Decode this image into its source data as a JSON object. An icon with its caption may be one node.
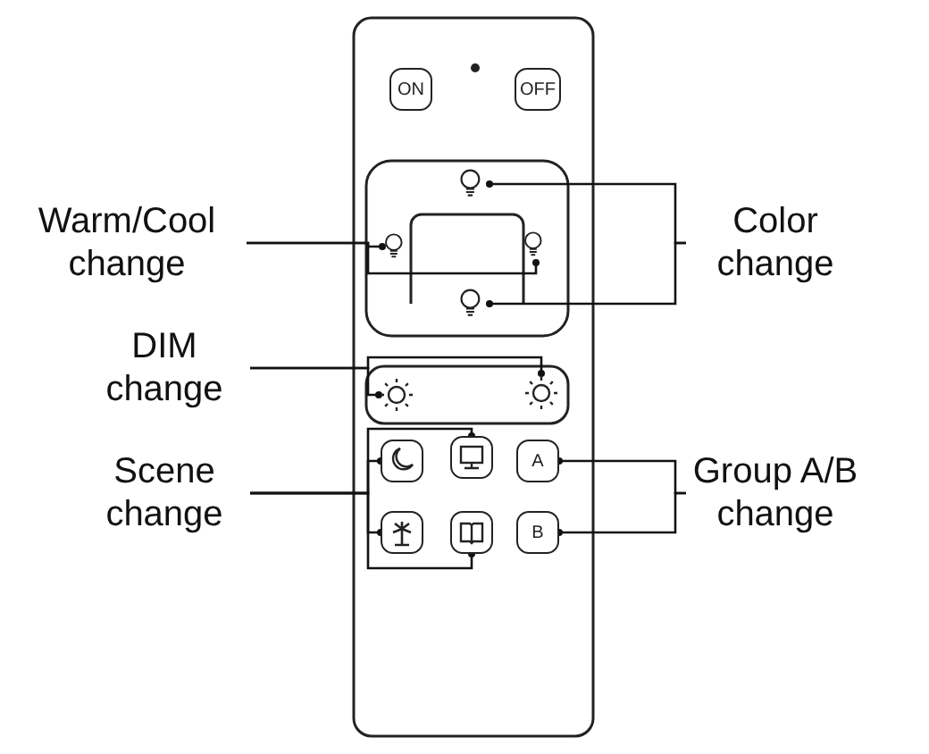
{
  "diagram": {
    "nodes": [
      {
        "text": [
          "ON"
        ]
      },
      {
        "text": [
          "OFF"
        ]
      },
      {
        "text": [
          "Warm/Cool change"
        ]
      },
      {
        "text": [],
        "shape": "bulb"
      },
      {
        "text": [
          "Color change"
        ]
      },
      {
        "text": [],
        "shape": "bulb"
      },
      {
        "text": [],
        "shape": "bulb"
      },
      {
        "text": [],
        "shape": "bulb"
      },
      {
        "text": [
          "DIM change"
        ]
      },
      {
        "text": [],
        "shape": "sun"
      },
      {
        "text": [],
        "shape": "sun"
      },
      {
        "text": [
          "Scene change"
        ]
      },
      {
        "text": [],
        "shape": "moon"
      },
      {
        "text": [],
        "shape": "monitor"
      },
      {
        "text": [
          "A"
        ]
      },
      {
        "text": [
          "Group A/B change"
        ]
      },
      {
        "text": [],
        "shape": "palm"
      },
      {
        "text": [],
        "shape": "book"
      },
      {
        "text": [
          "B"
        ]
      }
    ],
    "edges": [
      {
        "from": 2,
        "to": 5,
        "arrow": "other"
      },
      {
        "from": 2,
        "to": 6,
        "arrow": "other"
      },
      {
        "from": 4,
        "to": 3,
        "arrow": "other"
      },
      {
        "from": 4,
        "to": 7,
        "arrow": "other"
      },
      {
        "from": 8,
        "to": 9,
        "arrow": "other"
      },
      {
        "from": 8,
        "to": 10,
        "arrow": "other"
      },
      {
        "from": 11,
        "to": 12,
        "arrow": "other"
      },
      {
        "from": 11,
        "to": 13,
        "arrow": "other"
      },
      {
        "from": 11,
        "to": 16,
        "arrow": "other"
      },
      {
        "from": 11,
        "to": 17,
        "arrow": "other"
      },
      {
        "from": 15,
        "to": 14,
        "arrow": "other"
      },
      {
        "from": 15,
        "to": 18,
        "arrow": "other"
      }
    ]
  }
}
